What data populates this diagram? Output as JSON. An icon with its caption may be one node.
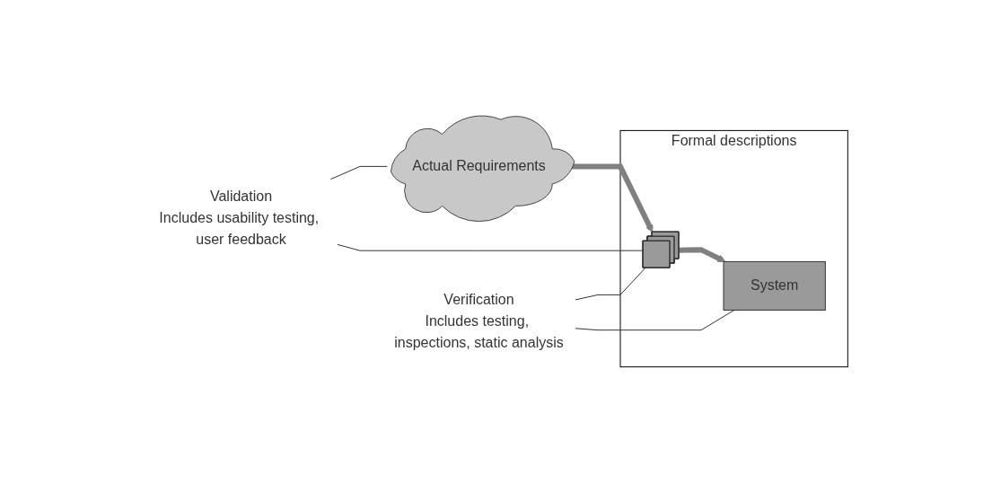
{
  "diagram": {
    "nodes": [
      {
        "text": [
          "Actual Requirements"
        ]
      },
      {
        "text": [
          "Formal descriptions"
        ]
      },
      {
        "text": [],
        "shape": "box",
        "in": 1
      },
      {
        "text": [
          "System"
        ],
        "in": 1
      },
      {
        "text": [
          "Validation",
          "Includes usability testing, user feedback"
        ]
      },
      {
        "text": [
          "Verification",
          "Includes testing, inspections, static analysis"
        ]
      }
    ],
    "edges": [
      {
        "from": 0,
        "to": 2,
        "arrow": "to",
        "style": "thick"
      },
      {
        "from": 2,
        "to": 3,
        "arrow": "to",
        "style": "thick"
      },
      {
        "from": 4,
        "to": 0,
        "arrow": "none"
      },
      {
        "from": 4,
        "to": 2,
        "arrow": "none"
      },
      {
        "from": 5,
        "to": 2,
        "arrow": "none"
      },
      {
        "from": 5,
        "to": 3,
        "arrow": "none"
      }
    ]
  }
}
